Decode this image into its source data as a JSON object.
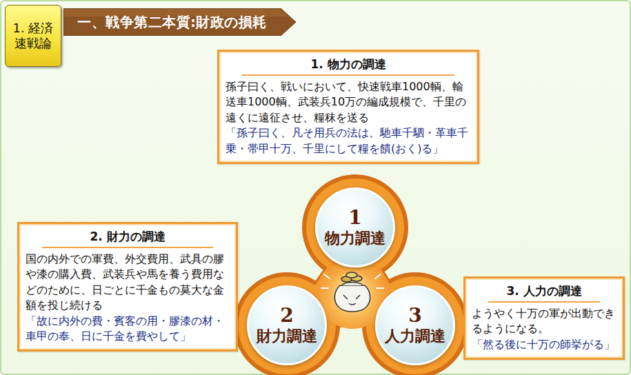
{
  "diagram": {
    "nodes": [
      {
        "text": [
          "1. 経済 速戦論"
        ]
      },
      {
        "text": [
          "一、戦争第二本質:財政の損耗"
        ]
      },
      {
        "text": [
          "1. 物力の調達",
          "孫子曰く、戦いにおいて、快速戦車1000輌、輸送車1000輌、武装兵10万の編成規模で、千里の遠くに遠征させ、糧秣を送る",
          "「孫子曰く、凡そ用兵の法は、馳車千駟・革車千乗・帯甲十万、千里にして糧を饋(おく)る」"
        ]
      },
      {
        "text": [
          "1",
          "物力調達"
        ]
      },
      {
        "text": [
          "2. 財力の調達",
          "国の内外での軍費、外交費用、武具の膠や漆の購入費、武装兵や馬を養う費用などのために、日ごとに千金もの莫大な金額を投じ続ける",
          "「故に内外の費・賓客の用・膠漆の材・車甲の奉、日に千金を費やして」"
        ]
      },
      {
        "text": [
          "2",
          "財力調達"
        ]
      },
      {
        "text": [
          "3",
          "人力調達"
        ]
      },
      {
        "text": [
          "3. 人力の調達",
          "ようやく十万の軍が出動できるようになる。",
          "「然る後に十万の師挙がる」"
        ]
      }
    ]
  }
}
